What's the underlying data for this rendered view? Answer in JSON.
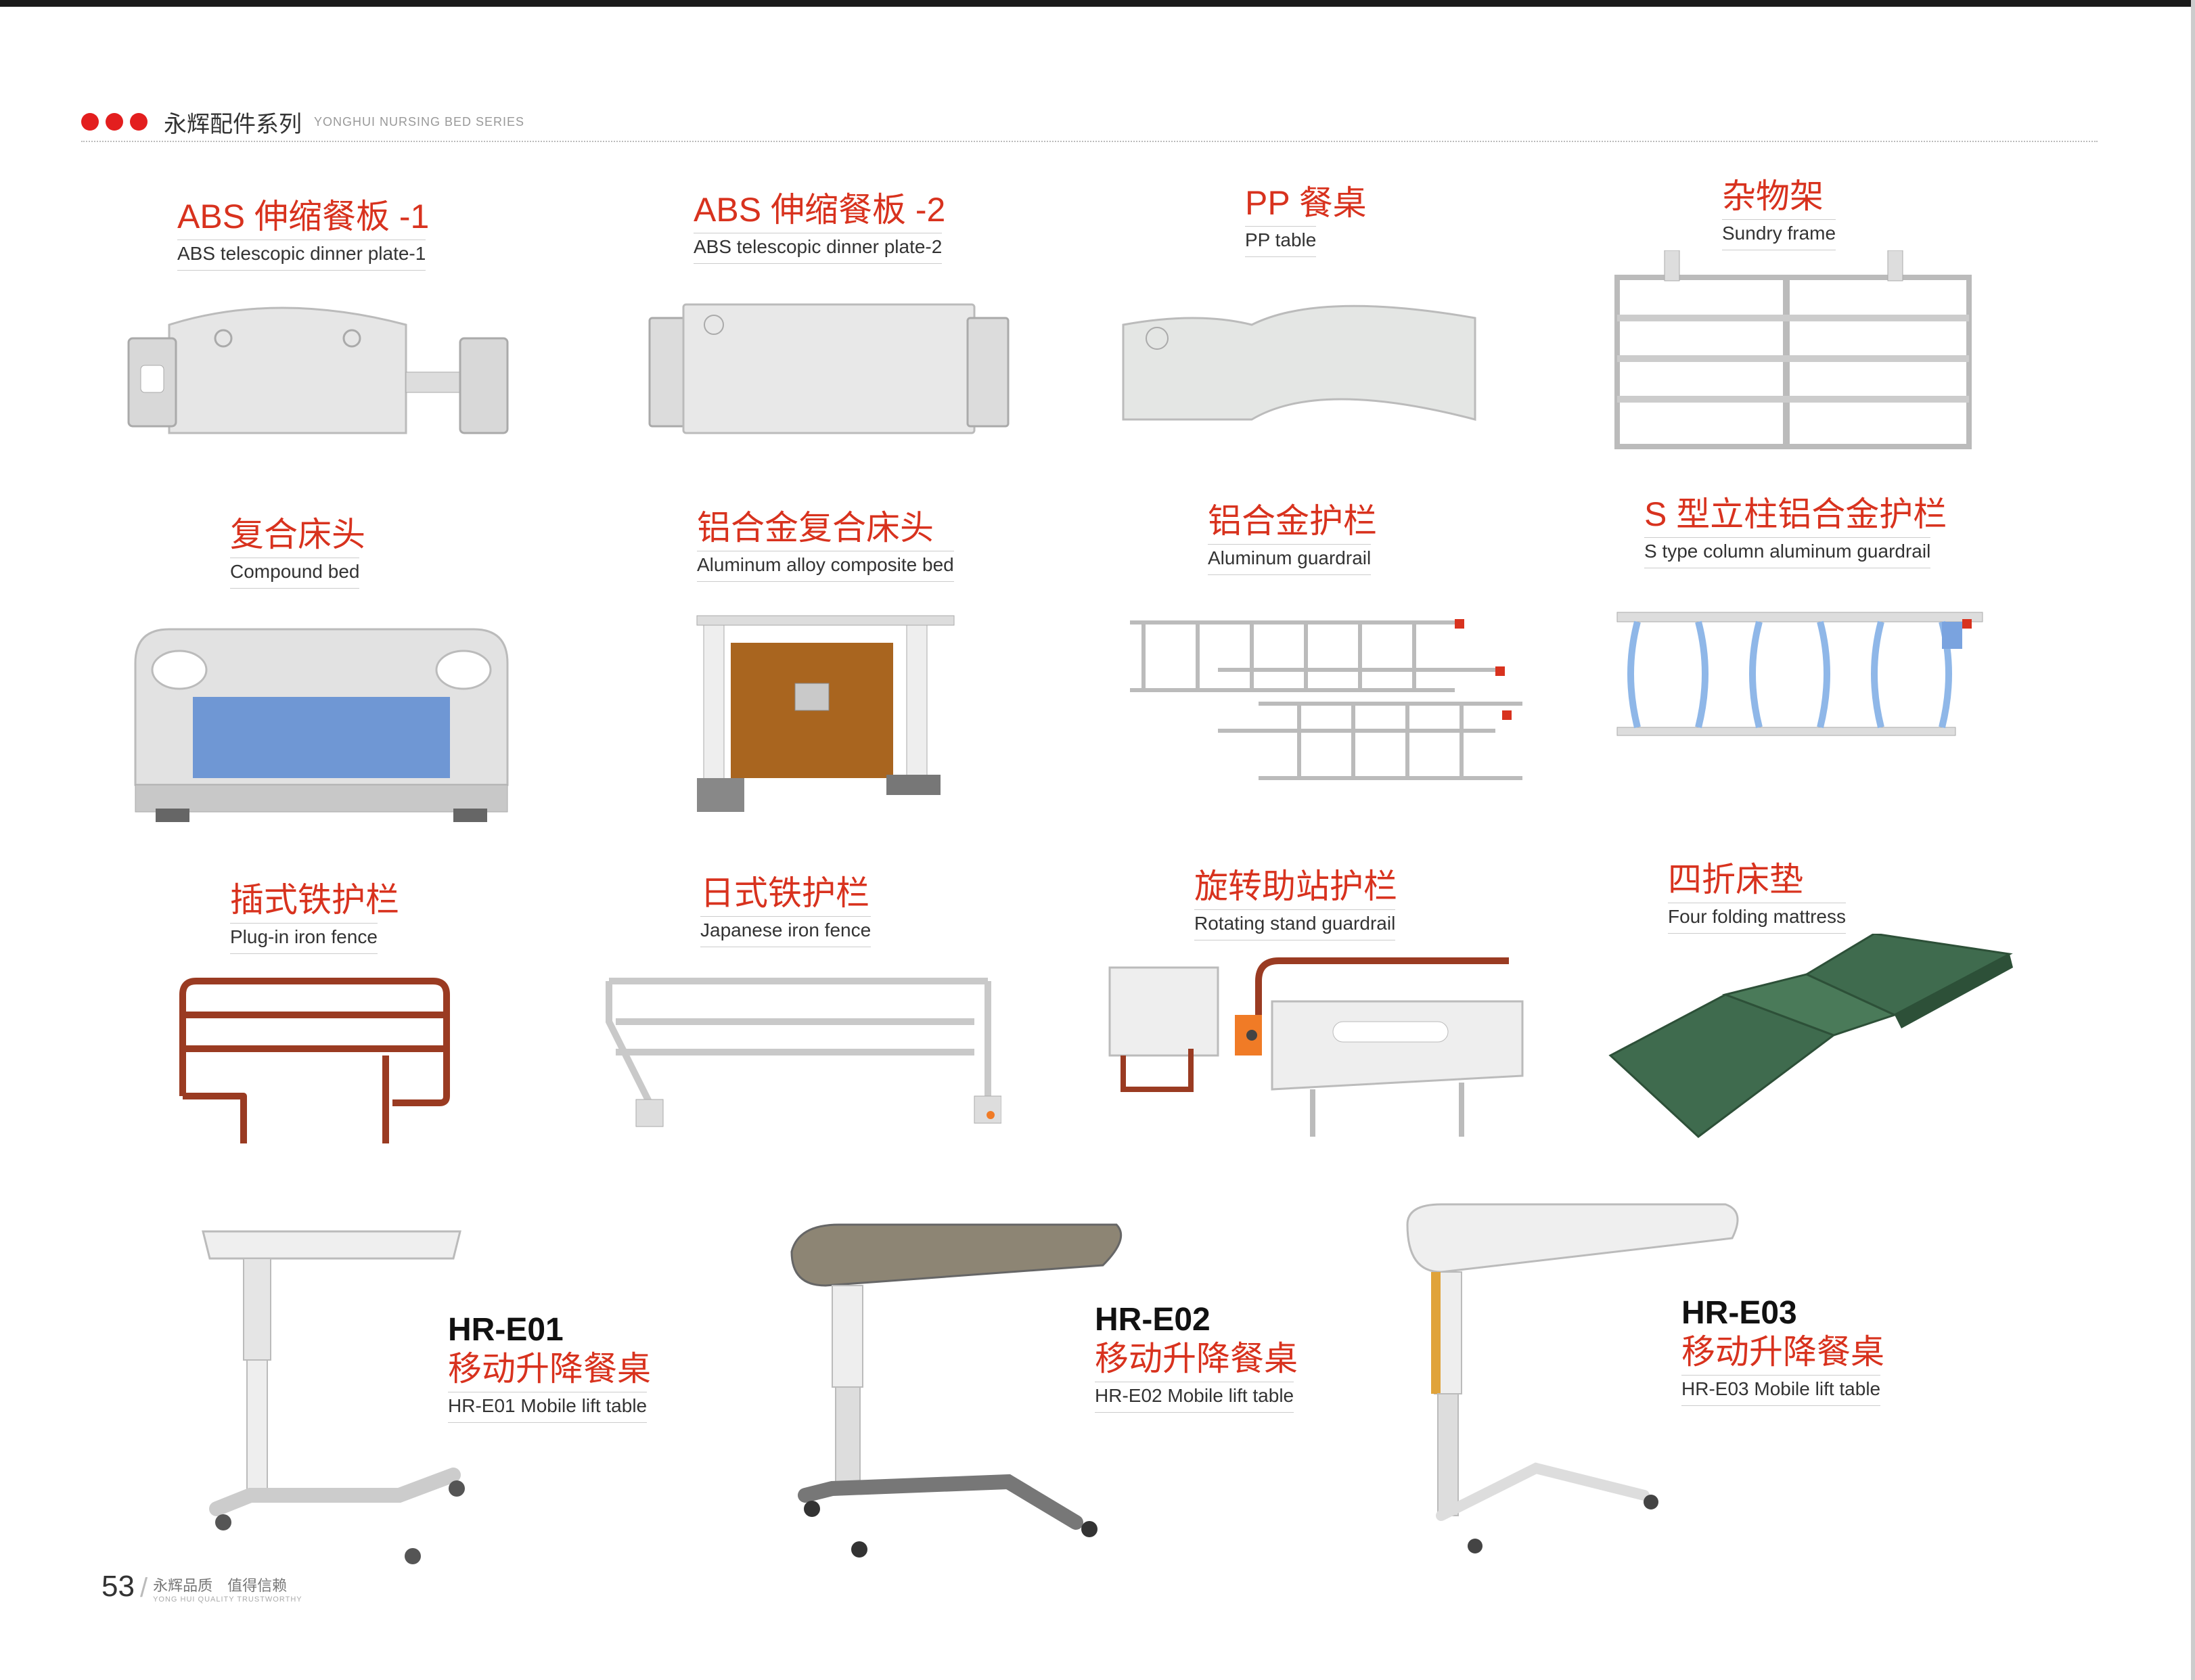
{
  "header": {
    "brand_cn": "永辉配件系列",
    "brand_en": "YONGHUI NURSING BED SERIES"
  },
  "products": [
    {
      "cn": "ABS 伸缩餐板 -1",
      "en": "ABS telescopic dinner plate-1"
    },
    {
      "cn": "ABS 伸缩餐板 -2",
      "en": "ABS telescopic dinner plate-2"
    },
    {
      "cn": "PP 餐桌",
      "en": "PP table"
    },
    {
      "cn": "杂物架",
      "en": "Sundry frame"
    },
    {
      "cn": "复合床头",
      "en": "Compound bed"
    },
    {
      "cn": "铝合金复合床头",
      "en": "Aluminum alloy composite bed"
    },
    {
      "cn": "铝合金护栏",
      "en": "Aluminum guardrail"
    },
    {
      "cn": "S 型立柱铝合金护栏",
      "en": "S type column aluminum guardrail"
    },
    {
      "cn": "插式铁护栏",
      "en": "Plug-in iron fence"
    },
    {
      "cn": "日式铁护栏",
      "en": "Japanese iron fence"
    },
    {
      "cn": "旋转助站护栏",
      "en": "Rotating stand guardrail"
    },
    {
      "cn": "四折床垫",
      "en": "Four folding mattress"
    }
  ],
  "tables": [
    {
      "model": "HR-E01",
      "cn": "移动升降餐桌",
      "en": "HR-E01 Mobile lift table"
    },
    {
      "model": "HR-E02",
      "cn": "移动升降餐桌",
      "en": "HR-E02 Mobile lift table"
    },
    {
      "model": "HR-E03",
      "cn": "移动升降餐桌",
      "en": "HR-E03 Mobile lift table"
    }
  ],
  "footer": {
    "page_number": "53",
    "slogan_cn": "永辉品质　值得信赖",
    "slogan_en": "YONG HUI QUALITY TRUSTWORTHY"
  },
  "colors": {
    "accent_red": "#d8321e",
    "dot_red": "#e31e1e",
    "mattress_green": "#3f6b4e",
    "iron_brown": "#9a3b22",
    "wood_brown": "#a9651f",
    "panel_blue": "#6f97d4"
  }
}
